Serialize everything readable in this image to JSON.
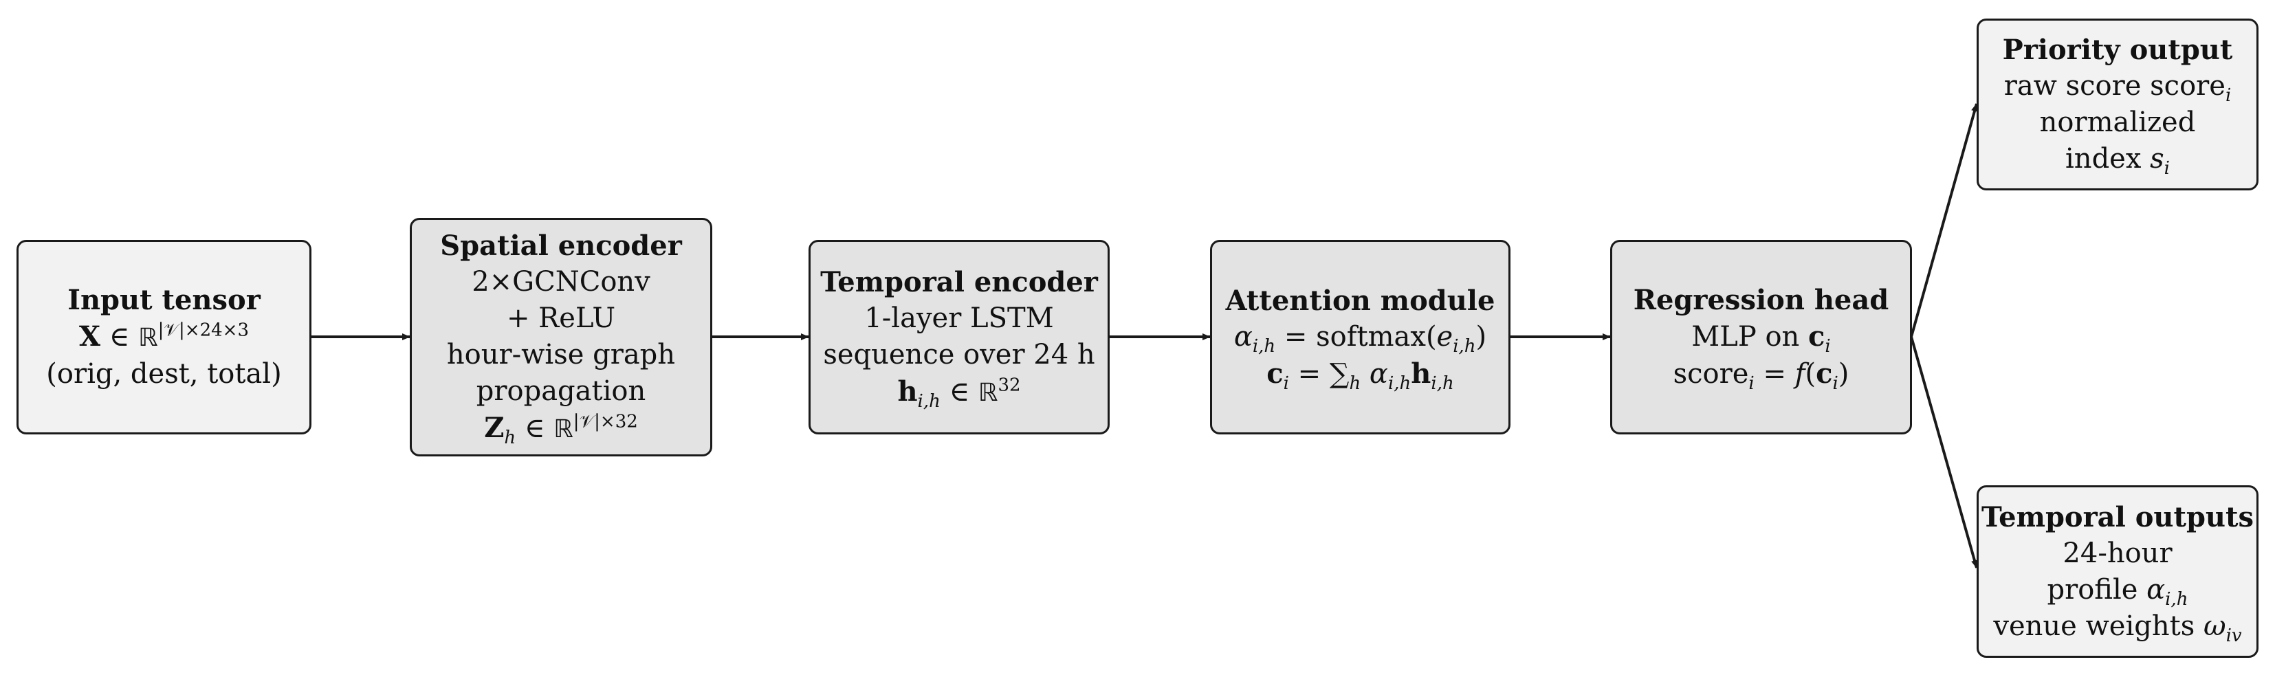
{
  "nodes": {
    "input": {
      "title": "Input tensor",
      "sym": "X",
      "in": "∈",
      "space": "ℝ",
      "dims": "|𝒱|×24×3",
      "line3": "(orig, dest, total)"
    },
    "spatial": {
      "title": "Spatial encoder",
      "line1": "2×GCNConv",
      "line2": "+ ReLU",
      "line3": "hour-wise graph",
      "line4": "propagation",
      "sym": "Z",
      "sub": "h",
      "in": "∈",
      "space": "ℝ",
      "dims": "|𝒱|×32"
    },
    "temporal": {
      "title": "Temporal encoder",
      "line1": "1-layer LSTM",
      "line2": "sequence over 24 h",
      "sym": "h",
      "sub": "i,h",
      "in": "∈",
      "space": "ℝ",
      "dims": "32"
    },
    "attention": {
      "title": "Attention module",
      "alpha": "α",
      "alpha_sub": "i,h",
      "eq": " = softmax(",
      "e": "e",
      "e_sub": "i,h",
      "close": ")",
      "c": "c",
      "c_sub": "i",
      "eq2": " = ∑",
      "sum_sub": "h",
      "alpha2": " α",
      "alpha2_sub": "i,h",
      "h": "h",
      "h_sub": "i,h"
    },
    "regression": {
      "title": "Regression head",
      "line1": "MLP on ",
      "c": "c",
      "c_sub": "i",
      "score": "score",
      "score_sub": "i",
      "eq": " = ",
      "f": "f",
      "open": "(",
      "c2": "c",
      "c2_sub": "i",
      "close": ")"
    },
    "priority": {
      "title": "Priority output",
      "line1": "raw score score",
      "line1_sub": "i",
      "line2": "normalized",
      "line3": "index ",
      "s": "s",
      "s_sub": "i"
    },
    "temporal_out": {
      "title": "Temporal outputs",
      "line1": "24-hour",
      "line2": "profile ",
      "alpha": "α",
      "alpha_sub": "i,h",
      "line3": "venue weights ",
      "omega": "ω",
      "omega_sub": "iv"
    }
  },
  "edges": [
    {
      "from": "input",
      "to": "spatial"
    },
    {
      "from": "spatial",
      "to": "temporal"
    },
    {
      "from": "temporal",
      "to": "attention"
    },
    {
      "from": "attention",
      "to": "regression"
    },
    {
      "from": "regression",
      "to": "priority"
    },
    {
      "from": "regression",
      "to": "temporal_out"
    }
  ],
  "colors": {
    "stroke": "#1a1a1a",
    "box_light": "#f2f2f2",
    "box_mid": "#e3e3e3"
  }
}
